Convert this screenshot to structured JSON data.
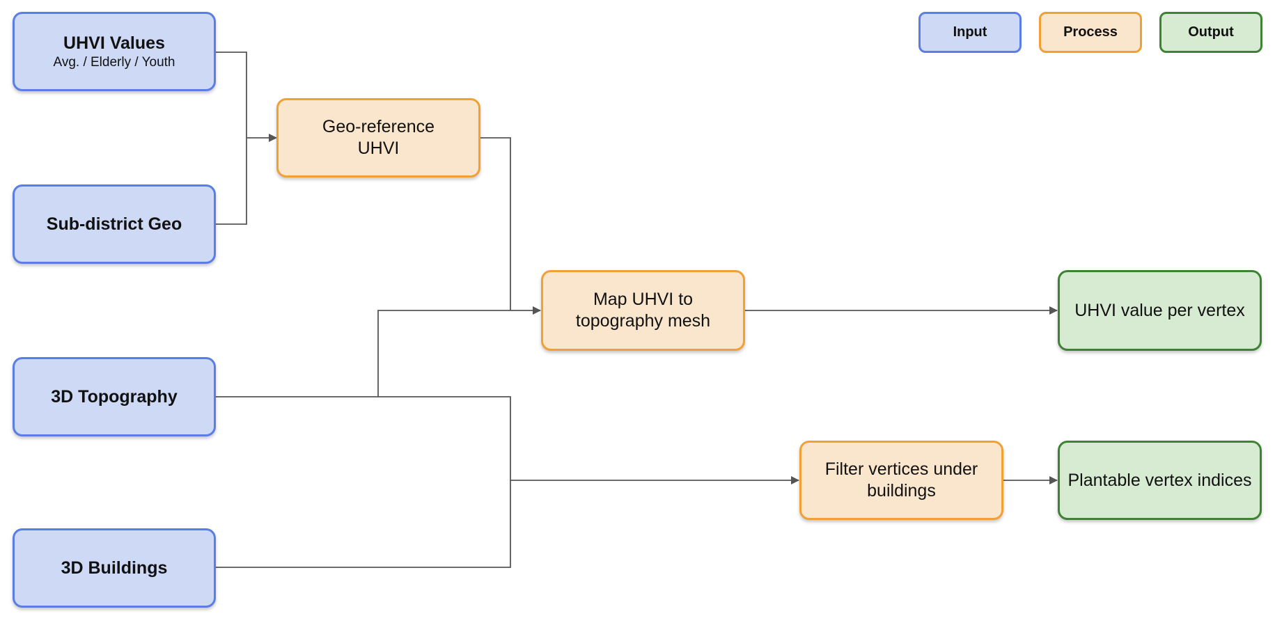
{
  "legend": {
    "input": "Input",
    "process": "Process",
    "output": "Output"
  },
  "inputs": {
    "uhvi_values": {
      "title": "UHVI Values",
      "subtitle": "Avg. / Elderly / Youth"
    },
    "subdistrict_geo": "Sub-district Geo",
    "topography": "3D Topography",
    "buildings": "3D Buildings"
  },
  "processes": {
    "georeference": "Geo-reference UHVI",
    "map_mesh": "Map UHVI to topography mesh",
    "filter": "Filter vertices under buildings"
  },
  "outputs": {
    "value_per_vertex": "UHVI value per vertex",
    "plantable": "Plantable vertex indices"
  },
  "colors": {
    "input_fill": "#cdd9f5",
    "input_border": "#5b7ee6",
    "process_fill": "#fae6cc",
    "process_border": "#f0a035",
    "output_fill": "#d7ebd2",
    "output_border": "#3e8233",
    "connector": "#555555"
  }
}
